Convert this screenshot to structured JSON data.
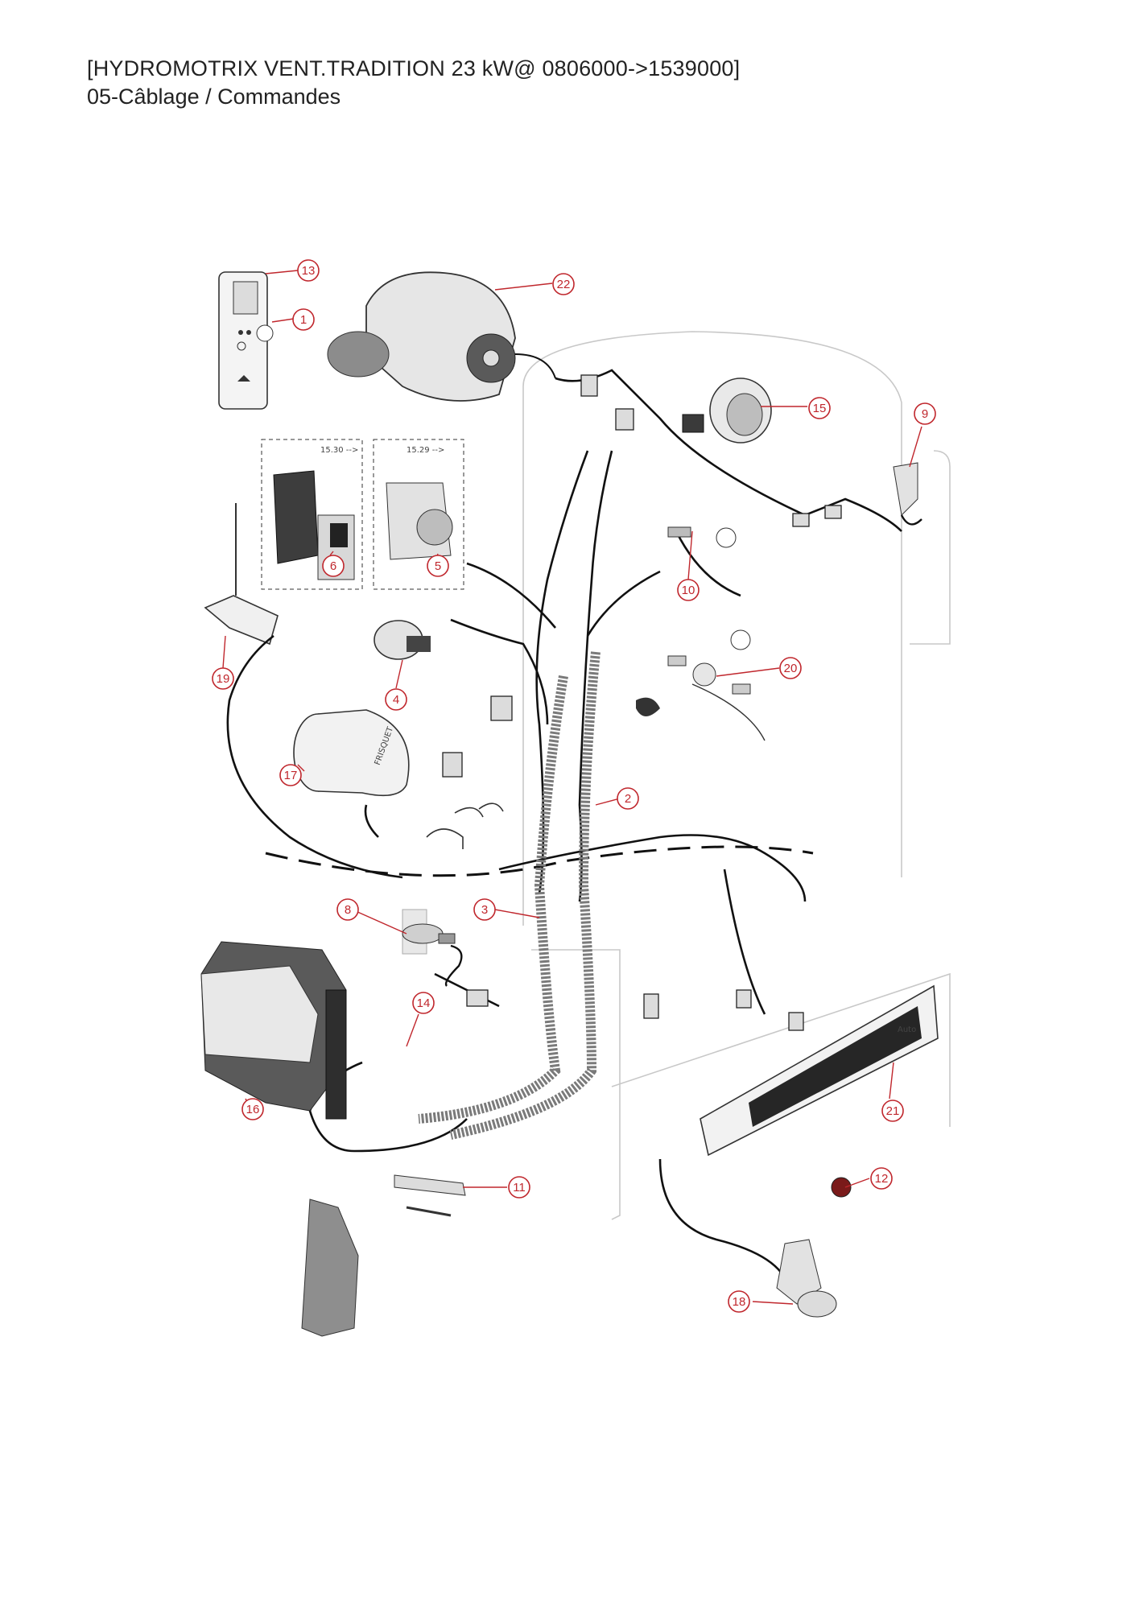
{
  "header": {
    "title": "[HYDROMOTRIX VENT.TRADITION 23 kW@ 0806000->1539000]",
    "subtitle": "05-Câblage / Commandes"
  },
  "diagram": {
    "pump_variants": [
      "15.30 -->",
      "15.29 -->"
    ],
    "gauge_brand": "FRISQUET",
    "panel_label": "Auto",
    "callouts": [
      "1",
      "2",
      "3",
      "4",
      "5",
      "6",
      "8",
      "9",
      "10",
      "11",
      "12",
      "13",
      "14",
      "15",
      "16",
      "17",
      "18",
      "19",
      "20",
      "21",
      "22"
    ]
  },
  "colors": {
    "callout": "#c0272d",
    "wire": "#111111",
    "outline": "#9a9a9a"
  }
}
